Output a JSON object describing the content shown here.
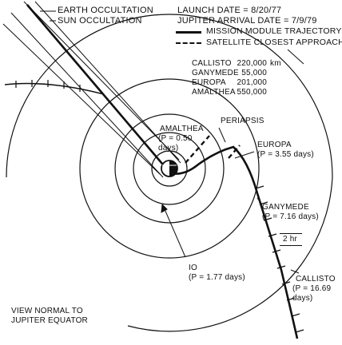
{
  "header": {
    "launch_date": "LAUNCH DATE = 8/20/77",
    "arrival_date": "JUPITER ARRIVAL DATE = 7/9/79"
  },
  "labels": {
    "earth_occultation": "EARTH OCCULTATION",
    "sun_occultation": "SUN OCCULTATION",
    "periapsis": "PERIAPSIS",
    "view_line1": "VIEW NORMAL TO",
    "view_line2": "JUPITER EQUATOR",
    "tick_interval": "2 hr"
  },
  "legend": {
    "mission_trajectory": "MISSION MODULE TRAJECTORY",
    "closest_approach": "SATELLITE CLOSEST APPROACH"
  },
  "approach_table": [
    {
      "name": "CALLISTO",
      "distance": "220,000",
      "unit": "km"
    },
    {
      "name": "GANYMEDE",
      "distance": "55,000",
      "unit": ""
    },
    {
      "name": "EUROPA",
      "distance": "201,000",
      "unit": ""
    },
    {
      "name": "AMALTHEA",
      "distance": "550,000",
      "unit": ""
    }
  ],
  "moons": {
    "amalthea": {
      "name": "AMALTHEA",
      "period": "(P = 0.50",
      "period2": "days)"
    },
    "europa": {
      "name": "EUROPA",
      "period": "(P = 3.55 days)"
    },
    "ganymede": {
      "name": "GANYMEDE",
      "period": "(P = 7.16 days)"
    },
    "io": {
      "name": "IO",
      "period": "(P = 1.77 days)"
    },
    "callisto": {
      "name": "CALLISTO",
      "period": "(P = 16.69",
      "period2": "days)"
    }
  },
  "colors": {
    "ink": "#111111",
    "paper": "#ffffff"
  }
}
